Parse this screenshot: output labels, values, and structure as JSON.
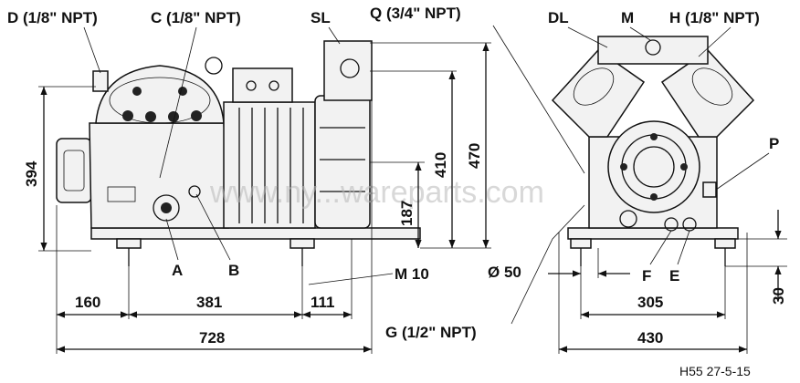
{
  "labels": {
    "D": "D (1/8\" NPT)",
    "C": "C (1/8\" NPT)",
    "SL": "SL",
    "Q": "Q (3/4\" NPT)",
    "DL": "DL",
    "M": "M",
    "H": "H (1/8\" NPT)",
    "P": "P",
    "A": "A",
    "B": "B",
    "F": "F",
    "E": "E",
    "G": "G (1/2\" NPT)"
  },
  "dimensions": {
    "d394": "394",
    "d410": "410",
    "d470": "470",
    "d187": "187",
    "d160": "160",
    "d381": "381",
    "d111": "111",
    "d728": "728",
    "m10": "M 10",
    "dia50": "Ø  50",
    "d305": "305",
    "d430": "430",
    "d30": "30"
  },
  "watermark": "www.ny...wareparts.com",
  "drawing_ref": "H55 27-5-15"
}
